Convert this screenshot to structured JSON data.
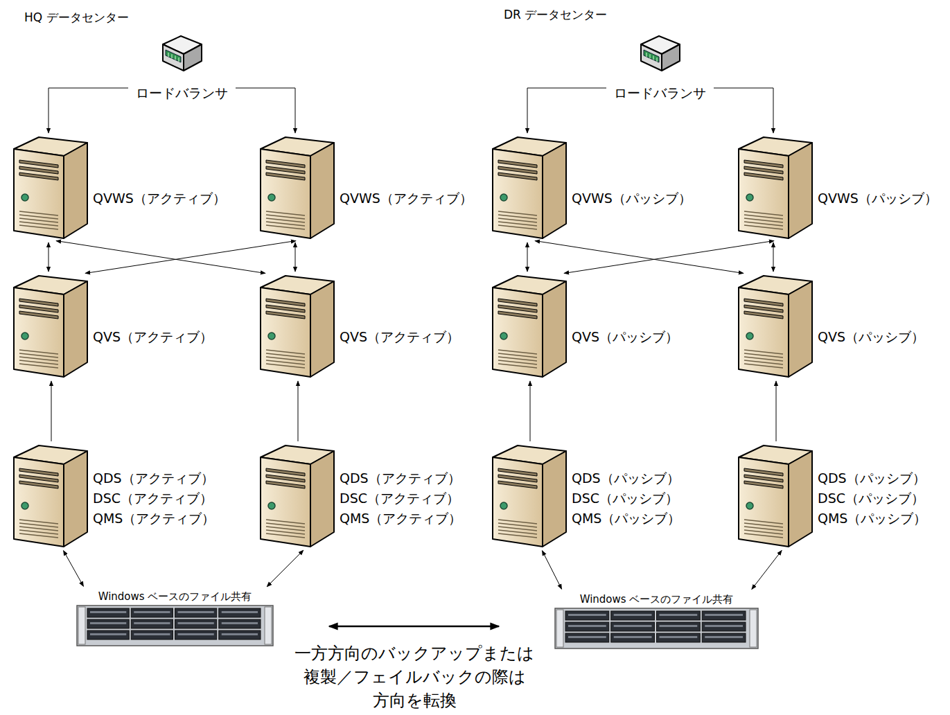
{
  "diagram": {
    "nodes": [
      {
        "text": [
          "ロードバランサ"
        ]
      },
      {
        "text": [
          "QVWS（アクティブ）"
        ]
      },
      {
        "text": [
          "QVWS（アクティブ）"
        ]
      },
      {
        "text": [
          "QVS（アクティブ）"
        ]
      },
      {
        "text": [
          "QVS（アクティブ）"
        ]
      },
      {
        "text": [
          "QDS（アクティブ）",
          "DSC（アクティブ）",
          "QMS（アクティブ）"
        ]
      },
      {
        "text": [
          "QDS（アクティブ）",
          "DSC（アクティブ）",
          "QMS（アクティブ）"
        ]
      },
      {
        "text": [
          "Windows ベースのファイル共有"
        ]
      },
      {
        "text": [
          "ロードバランサ"
        ]
      },
      {
        "text": [
          "QVWS（パッシブ）"
        ]
      },
      {
        "text": [
          "QVWS（パッシブ）"
        ]
      },
      {
        "text": [
          "QVS（パッシブ）"
        ]
      },
      {
        "text": [
          "QVS（パッシブ）"
        ]
      },
      {
        "text": [
          "QDS（パッシブ）",
          "DSC（パッシブ）",
          "QMS（パッシブ）"
        ]
      },
      {
        "text": [
          "QDS（パッシブ）",
          "DSC（パッシブ）",
          "QMS（パッシブ）"
        ]
      },
      {
        "text": [
          "Windows ベースのファイル共有"
        ]
      }
    ],
    "edges": [
      {
        "from": 0,
        "to": 1,
        "arrow": "to"
      },
      {
        "from": 0,
        "to": 2,
        "arrow": "to"
      },
      {
        "from": 1,
        "to": 3,
        "arrow": "both"
      },
      {
        "from": 2,
        "to": 4,
        "arrow": "both"
      },
      {
        "from": 1,
        "to": 4,
        "arrow": "both"
      },
      {
        "from": 2,
        "to": 3,
        "arrow": "both"
      },
      {
        "from": 5,
        "to": 3,
        "arrow": "to"
      },
      {
        "from": 6,
        "to": 4,
        "arrow": "to"
      },
      {
        "from": 5,
        "to": 7,
        "arrow": "both"
      },
      {
        "from": 6,
        "to": 7,
        "arrow": "both"
      },
      {
        "from": 8,
        "to": 9,
        "arrow": "to"
      },
      {
        "from": 8,
        "to": 10,
        "arrow": "to"
      },
      {
        "from": 9,
        "to": 11,
        "arrow": "both"
      },
      {
        "from": 10,
        "to": 12,
        "arrow": "both"
      },
      {
        "from": 9,
        "to": 12,
        "arrow": "both"
      },
      {
        "from": 10,
        "to": 11,
        "arrow": "both"
      },
      {
        "from": 13,
        "to": 11,
        "arrow": "to"
      },
      {
        "from": 14,
        "to": 12,
        "arrow": "to"
      },
      {
        "from": 13,
        "to": 15,
        "arrow": "both"
      },
      {
        "from": 14,
        "to": 15,
        "arrow": "both"
      },
      {
        "from": 7,
        "to": 15,
        "arrow": "both",
        "label": "一方方向のバックアップまたは 複製／フェイルバックの際は 方向を転換"
      }
    ],
    "labels": [
      "HQ データセンター",
      "DR データセンター"
    ]
  }
}
